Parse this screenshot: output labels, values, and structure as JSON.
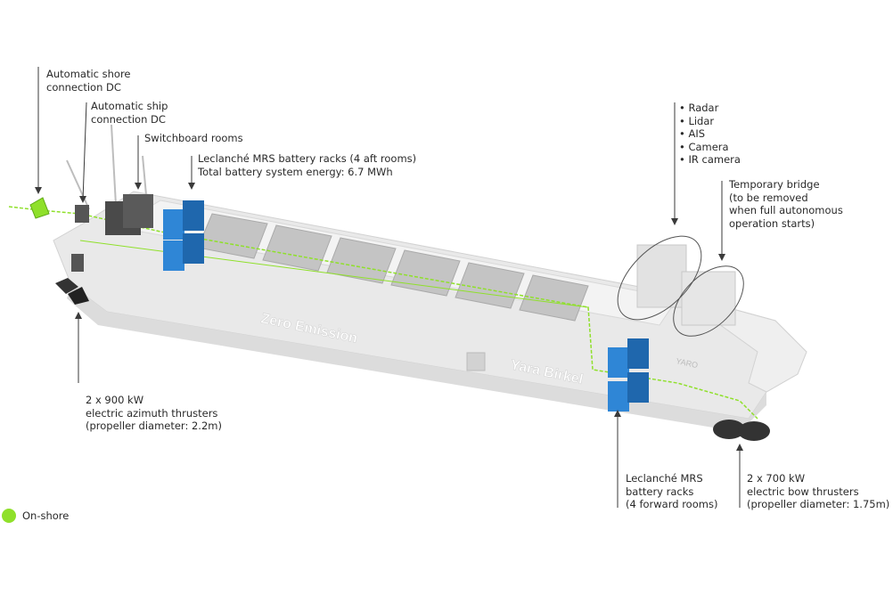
{
  "labels": {
    "shore_connection": [
      "Automatic shore",
      "connection DC"
    ],
    "ship_connection": [
      "Automatic ship",
      "connection DC"
    ],
    "switchboard": [
      "Switchboard rooms"
    ],
    "aft_racks": [
      "Leclanché MRS battery racks (4 aft rooms)",
      "Total battery system energy: 6.7 MWh"
    ],
    "sensors": [
      "Radar",
      "Lidar",
      "AIS",
      "Camera",
      "IR camera"
    ],
    "bridge": [
      "Temporary bridge",
      "(to be removed",
      "when full autonomous",
      "operation starts)"
    ],
    "azimuth": [
      "2 x 900 kW",
      "electric azimuth thrusters",
      "(propeller diameter: 2.2m)"
    ],
    "forward_racks": [
      "Leclanché MRS",
      "battery racks",
      "(4 forward rooms)"
    ],
    "bow_thrusters": [
      "2 x 700 kW",
      "electric bow thrusters",
      "(propeller diameter: 1.75m)"
    ]
  },
  "hull_text": {
    "emission": "Zero Emission",
    "name": "Yara Birkel",
    "bow_name": "YARO"
  },
  "legend": {
    "label": "On-shore",
    "color": "#8fe02a"
  },
  "colors": {
    "hull": "#e8e8e8",
    "hull_shade": "#dadada",
    "deck": "#f2f2f2",
    "hatch": "#bdbdbd",
    "battery": "#2f86d6",
    "battery_dark": "#1f67ad",
    "cable": "#8fe02a",
    "leader": "#3a3a3a"
  }
}
